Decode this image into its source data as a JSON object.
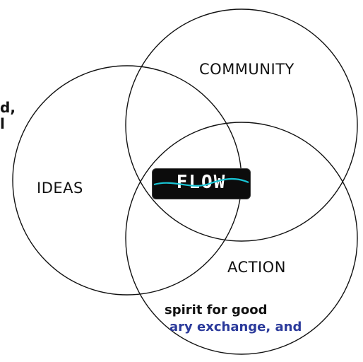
{
  "left_fragment": {
    "line1": "d,",
    "line2": "l"
  },
  "venn": {
    "circles": [
      {
        "label": "IDEAS"
      },
      {
        "label": "COMMUNITY"
      },
      {
        "label": "ACTION"
      }
    ]
  },
  "logo": {
    "text": "FLOW"
  },
  "bottom_text": {
    "line1": "spirit for good",
    "line2": "ary exchange, and"
  },
  "colors": {
    "accent_blue": "#2b3a9b",
    "logo_wave": "#19c6d6"
  }
}
